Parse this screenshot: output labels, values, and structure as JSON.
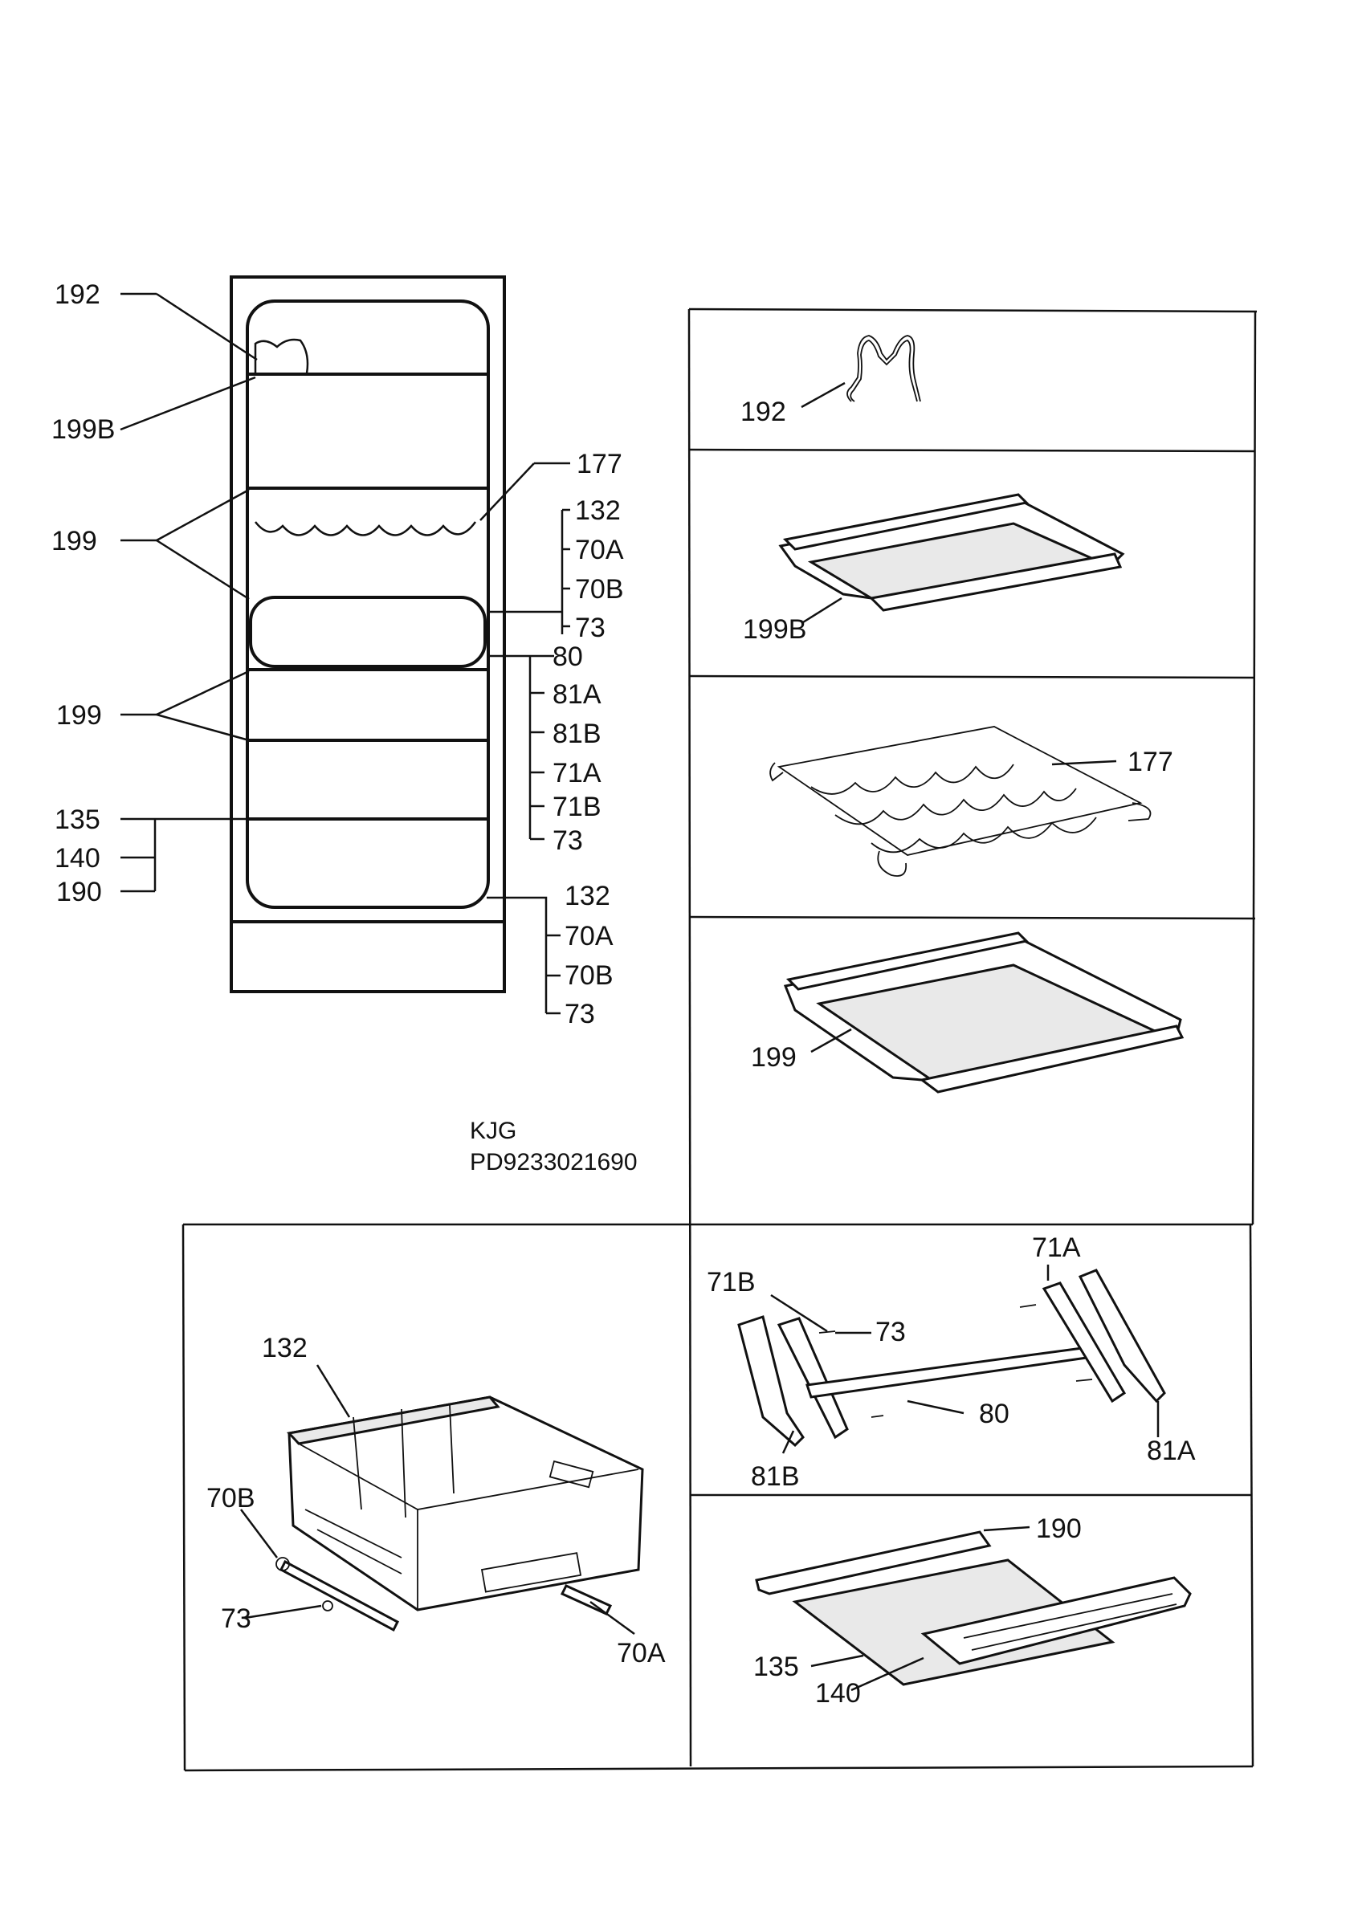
{
  "labels": {
    "n192": "192",
    "n199B": "199B",
    "n199": "199",
    "n177": "177",
    "n132": "132",
    "n70A": "70A",
    "n70B": "70B",
    "n73": "73",
    "n80": "80",
    "n81A": "81A",
    "n81B": "81B",
    "n71A": "71A",
    "n71B": "71B",
    "n135": "135",
    "n140": "140",
    "n190": "190"
  },
  "code": {
    "line1": "KJG",
    "line2": "PD9233021690"
  }
}
